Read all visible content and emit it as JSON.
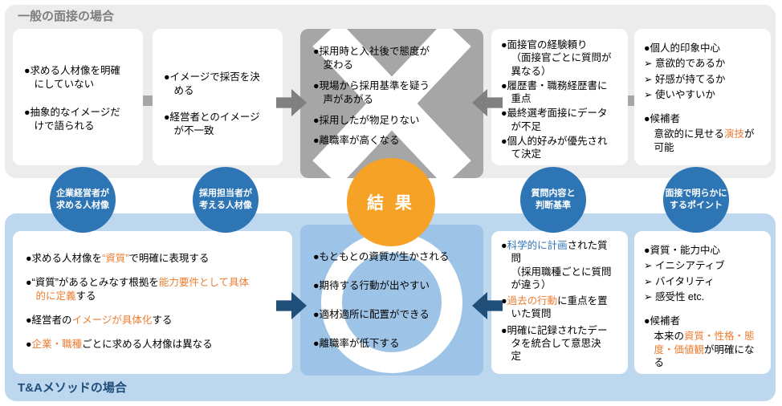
{
  "colors": {
    "orange": "#ED7D31",
    "blue": "#2E75B6",
    "darkblue": "#1F4E79",
    "titlegray": "#7F7F7F",
    "panelgray": "#ECECEC",
    "panelblue": "#BDD7EE",
    "boxgray": "#A6A6A6",
    "midblue": "#9DC3E6",
    "circleblue": "#2E75B6",
    "circleorange": "#F5A226",
    "arrowgray": "#808080",
    "arrowblue": "#1F4E79",
    "squaregray": "#A6A6A6"
  },
  "top": {
    "title": "一般の面接の場合",
    "employer_view_box": {
      "items": [
        {
          "runs": [
            {
              "t": "●求める人材像を明確\nにしていない"
            }
          ]
        },
        {
          "runs": [
            {
              "t": "●抽象的なイメージだ\nけで語られる"
            }
          ]
        }
      ]
    },
    "recruiter_view_box": {
      "items": [
        {
          "runs": [
            {
              "t": "●イメージで採否を決\nめる"
            }
          ]
        },
        {
          "runs": [
            {
              "t": "●経営者とのイメージ\nが不一致"
            }
          ]
        }
      ]
    },
    "result_box": {
      "items": [
        {
          "runs": [
            {
              "t": "●採用時と入社後で態度が\n変わる"
            }
          ]
        },
        {
          "runs": [
            {
              "t": "●現場から採用基準を疑う\n声があがる"
            }
          ]
        },
        {
          "runs": [
            {
              "t": "●採用したが物足りない"
            }
          ]
        },
        {
          "runs": [
            {
              "t": "●離職率が高くなる"
            }
          ]
        }
      ]
    },
    "question_box": {
      "items": [
        {
          "runs": [
            {
              "t": "●面接官の経験頼り\n（面接官ごとに質問が\n異なる）"
            }
          ]
        },
        {
          "runs": [
            {
              "t": "●履歴書・職務経歴書に\n重点"
            }
          ]
        },
        {
          "runs": [
            {
              "t": "●最終選考面接にデータ\nが不足"
            }
          ]
        },
        {
          "runs": [
            {
              "t": "●個人的好みが優先され\nて決定"
            }
          ]
        }
      ]
    },
    "point_box": {
      "items": [
        {
          "runs": [
            {
              "t": "●個人的印象中心"
            }
          ]
        },
        {
          "runs": [
            {
              "t": "➢ 意欲的であるか"
            }
          ]
        },
        {
          "runs": [
            {
              "t": "➢ 好感が持てるか"
            }
          ]
        },
        {
          "runs": [
            {
              "t": "➢ 使いやすいか"
            }
          ]
        },
        {
          "gap": true,
          "runs": [
            {
              "t": "●候補者"
            }
          ]
        },
        {
          "ind": true,
          "runs": [
            {
              "t": "意欲的に見せる"
            },
            {
              "t": "演技",
              "c": "orange"
            },
            {
              "t": "が\n可能"
            }
          ]
        }
      ]
    }
  },
  "circles": {
    "employer": "企業経営者が\n求める人材像",
    "recruiter": "採用担当者が\n考える人材像",
    "result": "結 果",
    "question": "質問内容と\n判断基準",
    "point": "面接で明らかに\nするポイント"
  },
  "bottom": {
    "title": "T&Aメソッドの場合",
    "employer_view_box": {
      "items": [
        {
          "runs": [
            {
              "t": "●求める人材像を"
            },
            {
              "t": "“資質”",
              "c": "orange"
            },
            {
              "t": "で明確に表現する"
            }
          ]
        },
        {
          "runs": [
            {
              "t": "●“資質”があるとみなす根拠を"
            },
            {
              "t": "能力要件として具体\n的に定義",
              "c": "orange"
            },
            {
              "t": "する"
            }
          ]
        },
        {
          "runs": [
            {
              "t": "●経営者の"
            },
            {
              "t": "イメージが具体化",
              "c": "orange"
            },
            {
              "t": "する"
            }
          ]
        },
        {
          "runs": [
            {
              "t": "●"
            },
            {
              "t": "企業・職種",
              "c": "orange"
            },
            {
              "t": "ごとに求める人材像は異なる"
            }
          ]
        }
      ]
    },
    "result_box": {
      "items": [
        {
          "runs": [
            {
              "t": "●もともとの資質が生かされる"
            }
          ]
        },
        {
          "runs": [
            {
              "t": "●期待する行動が出やすい"
            }
          ]
        },
        {
          "runs": [
            {
              "t": "●適材適所に配置ができる"
            }
          ]
        },
        {
          "runs": [
            {
              "t": "●離職率が低下する"
            }
          ]
        }
      ]
    },
    "question_box": {
      "items": [
        {
          "runs": [
            {
              "t": "●"
            },
            {
              "t": "科学的に計画",
              "c": "blue"
            },
            {
              "t": "された質\n問\n（採用職種ごとに質問\nが違う）"
            }
          ]
        },
        {
          "runs": [
            {
              "t": "●"
            },
            {
              "t": "過去の行動",
              "c": "orange"
            },
            {
              "t": "に重点を置\nいた質問"
            }
          ]
        },
        {
          "runs": [
            {
              "t": "●明確に記録されたデー\nタを統合して意思決\n定"
            }
          ]
        }
      ]
    },
    "point_box": {
      "items": [
        {
          "runs": [
            {
              "t": "●資質・能力中心"
            }
          ]
        },
        {
          "runs": [
            {
              "t": "➢ イニシアティブ"
            }
          ]
        },
        {
          "runs": [
            {
              "t": "➢ バイタリティ"
            }
          ]
        },
        {
          "runs": [
            {
              "t": "➢ 感受性 etc."
            }
          ]
        },
        {
          "gap": true,
          "runs": [
            {
              "t": "●候補者"
            }
          ]
        },
        {
          "ind": true,
          "runs": [
            {
              "t": "本来の"
            },
            {
              "t": "資質・性格・態\n度・価値観",
              "c": "orange"
            },
            {
              "t": "が明確にな\nる"
            }
          ]
        }
      ]
    }
  }
}
